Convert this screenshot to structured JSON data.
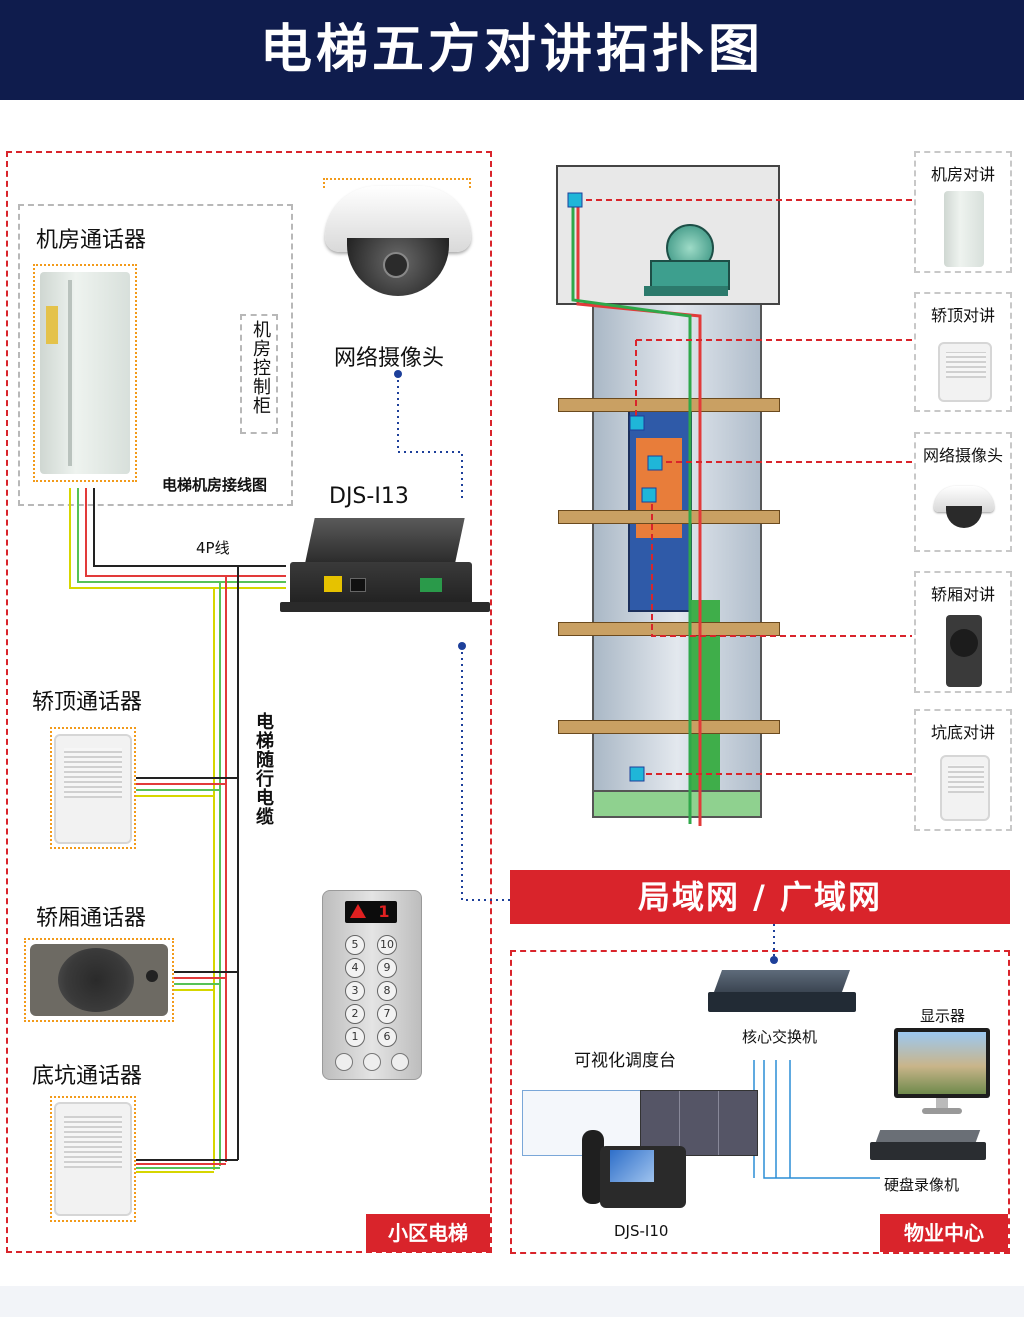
{
  "header": {
    "title": "电梯五方对讲拓扑图"
  },
  "left_section": {
    "machine_room_phone": "机房通话器",
    "control_cabinet": "机房控制柜",
    "wiring_caption": "电梯机房接线图",
    "camera": "网络摄像头",
    "device": "DJS-I13",
    "cable_4p": "4P线",
    "traveling_cable": "电梯随行电缆",
    "car_top_phone": "轿顶通话器",
    "car_phone": "轿厢通话器",
    "pit_phone": "底坑通话器",
    "section_tag": "小区电梯"
  },
  "panel": {
    "display": "1",
    "buttons": [
      "5",
      "10",
      "4",
      "9",
      "3",
      "8",
      "2",
      "7",
      "1",
      "6"
    ]
  },
  "right_panels": [
    "机房对讲",
    "轿顶对讲",
    "网络摄像头",
    "轿厢对讲",
    "坑底对讲"
  ],
  "network": {
    "banner": "局域网 / 广域网"
  },
  "property_center": {
    "core_switch": "核心交换机",
    "monitor": "显示器",
    "dispatch_console": "可视化调度台",
    "nvr": "硬盘录像机",
    "console_model": "DJS-I10",
    "section_tag": "物业中心"
  },
  "colors": {
    "header_bg": "#0f1c4d",
    "accent_red": "#d9242b",
    "dot_blue": "#1d3f9a"
  }
}
